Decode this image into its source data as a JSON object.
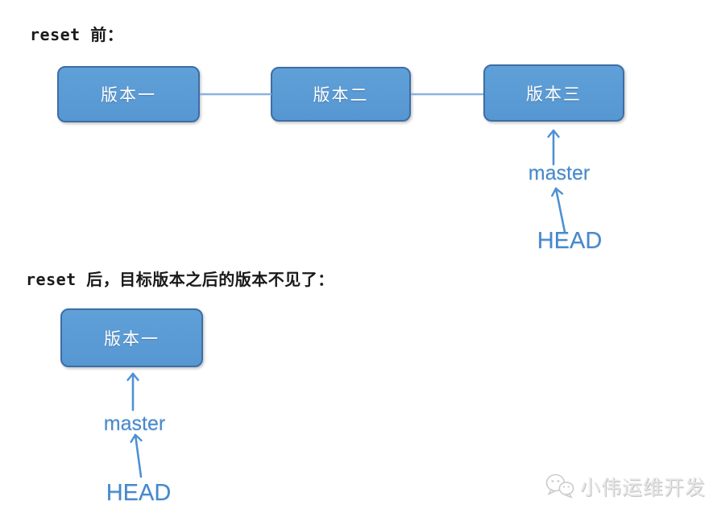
{
  "sections": [
    {
      "id": "before-reset",
      "title": "reset 前：",
      "boxes": [
        {
          "label": "版本一"
        },
        {
          "label": "版本二"
        },
        {
          "label": "版本三"
        }
      ],
      "master_label": "master",
      "head_label": "HEAD"
    },
    {
      "id": "after-reset",
      "title": "reset 后，目标版本之后的版本不见了：",
      "boxes": [
        {
          "label": "版本一"
        }
      ],
      "master_label": "master",
      "head_label": "HEAD"
    }
  ],
  "watermark": {
    "icon": "wechat-icon",
    "text": "小伟运维开发"
  },
  "colors": {
    "box_fill": "#5B9BD5",
    "box_border": "#3E6DA5",
    "box_text": "#FFFFFF",
    "connector": "#8AB2DF",
    "arrow": "#4E90D4",
    "pointer_text": "#4688CC",
    "title_text": "#1A1A1A",
    "watermark": "#E6E6E6"
  }
}
